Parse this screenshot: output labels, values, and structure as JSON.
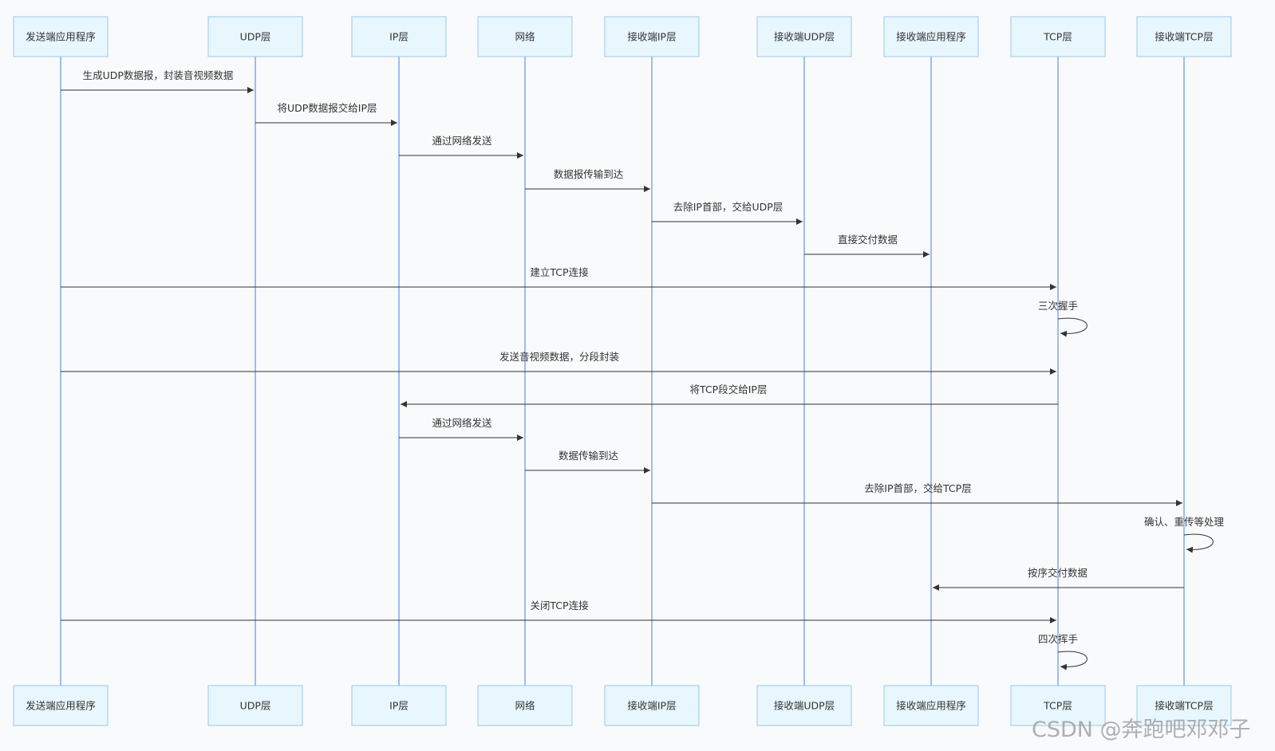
{
  "participants": [
    {
      "id": "sender",
      "label": "发送端应用程序"
    },
    {
      "id": "udp",
      "label": "UDP层"
    },
    {
      "id": "ip",
      "label": "IP层"
    },
    {
      "id": "net",
      "label": "网络"
    },
    {
      "id": "rip",
      "label": "接收端IP层"
    },
    {
      "id": "rudp",
      "label": "接收端UDP层"
    },
    {
      "id": "rapp",
      "label": "接收端应用程序"
    },
    {
      "id": "tcp",
      "label": "TCP层"
    },
    {
      "id": "rtcp",
      "label": "接收端TCP层"
    }
  ],
  "messages": [
    {
      "from": "sender",
      "to": "udp",
      "label": "生成UDP数据报，封装音视频数据"
    },
    {
      "from": "udp",
      "to": "ip",
      "label": "将UDP数据报交给IP层"
    },
    {
      "from": "ip",
      "to": "net",
      "label": "通过网络发送"
    },
    {
      "from": "net",
      "to": "rip",
      "label": "数据报传输到达"
    },
    {
      "from": "rip",
      "to": "rudp",
      "label": "去除IP首部，交给UDP层"
    },
    {
      "from": "rudp",
      "to": "rapp",
      "label": "直接交付数据"
    },
    {
      "from": "sender",
      "to": "tcp",
      "label": "建立TCP连接"
    },
    {
      "from": "tcp",
      "to": "tcp",
      "label": "三次握手"
    },
    {
      "from": "sender",
      "to": "tcp",
      "label": "发送音视频数据，分段封装"
    },
    {
      "from": "tcp",
      "to": "ip",
      "label": "将TCP段交给IP层"
    },
    {
      "from": "ip",
      "to": "net",
      "label": "通过网络发送"
    },
    {
      "from": "net",
      "to": "rip",
      "label": "数据传输到达"
    },
    {
      "from": "rip",
      "to": "rtcp",
      "label": "去除IP首部，交给TCP层"
    },
    {
      "from": "rtcp",
      "to": "rtcp",
      "label": "确认、重传等处理"
    },
    {
      "from": "rtcp",
      "to": "rapp",
      "label": "按序交付数据"
    },
    {
      "from": "sender",
      "to": "tcp",
      "label": "关闭TCP连接"
    },
    {
      "from": "tcp",
      "to": "tcp",
      "label": "四次挥手"
    }
  ],
  "watermark": "CSDN @奔跑吧邓邓子"
}
